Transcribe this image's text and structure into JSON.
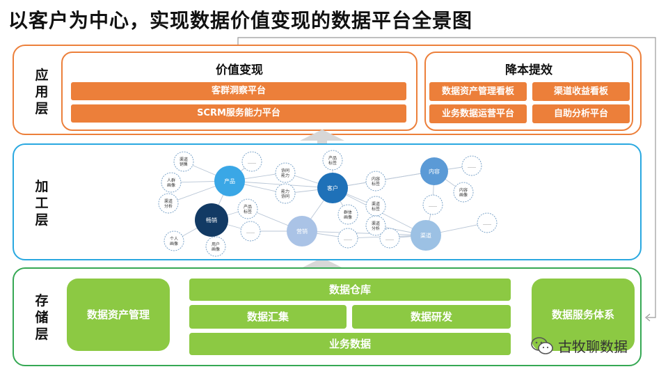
{
  "title": "以客户为中心，实现数据价值变现的数据平台全景图",
  "layers": {
    "application": {
      "label": "应用层",
      "value_group": {
        "title": "价值变现",
        "items": [
          "客群洞察平台",
          "SCRM服务能力平台"
        ]
      },
      "efficiency_group": {
        "title": "降本提效",
        "items": [
          "数据资产管理看板",
          "渠道收益看板",
          "业务数据运营平台",
          "自助分析平台"
        ]
      }
    },
    "processing": {
      "label": "加工层",
      "main_nodes": [
        "产品",
        "客户",
        "内容",
        "畅销",
        "营销",
        "渠道"
      ],
      "small_nodes": [
        "渠道\n销售",
        "……",
        "人群\n画像",
        "协同\n能力",
        "渠道\n分析",
        "能力\n协同",
        "产品\n标签",
        "……",
        "产品\n标签",
        "内容\n标签",
        "内容\n画像",
        "……",
        "……",
        "……",
        "渠道\n标签",
        "群体\n画像",
        "个人\n画像",
        "用户\n画像",
        "……",
        "……",
        "渠道\n分析"
      ]
    },
    "storage": {
      "label": "存储层",
      "left_box": "数据资产管理",
      "warehouse": "数据仓库",
      "collect": "数据汇集",
      "develop": "数据研发",
      "business": "业务数据",
      "right_box": "数据服务体系"
    }
  },
  "watermark": "古牧聊数据",
  "colors": {
    "orange": "#ec7f3a",
    "blue": "#29a8e0",
    "green": "#35a853",
    "light_green": "#8cc943",
    "arrow_gray": "#d7d7d7"
  }
}
